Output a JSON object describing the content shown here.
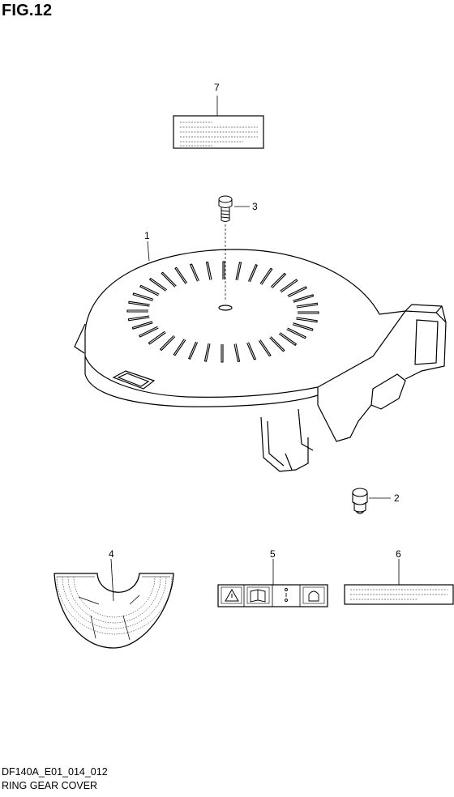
{
  "figure": {
    "title": "FIG.12",
    "code": "DF140A_E01_014_012",
    "name": "RING GEAR COVER"
  },
  "callouts": {
    "c1": "1",
    "c2": "2",
    "c3": "3",
    "c4": "4",
    "c5": "5",
    "c6": "6",
    "c7": "7"
  }
}
